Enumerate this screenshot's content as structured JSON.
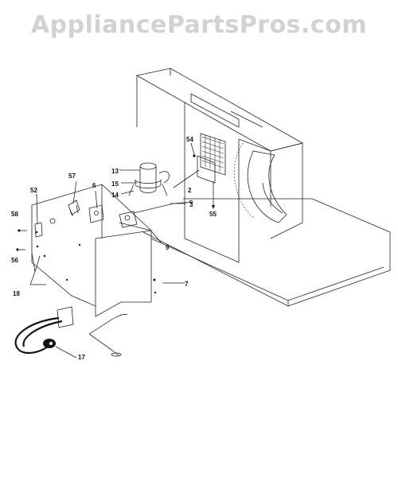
{
  "watermark": "AppliancePartsPros.com",
  "callouts": {
    "c2": "2",
    "c3": "3",
    "c6": "6",
    "c7": "7",
    "c9": "9",
    "c13": "13",
    "c14": "14",
    "c15": "15",
    "c17": "17",
    "c18": "18",
    "c52": "52",
    "c54": "54",
    "c55": "55",
    "c56": "56",
    "c57": "57",
    "c58": "58"
  }
}
